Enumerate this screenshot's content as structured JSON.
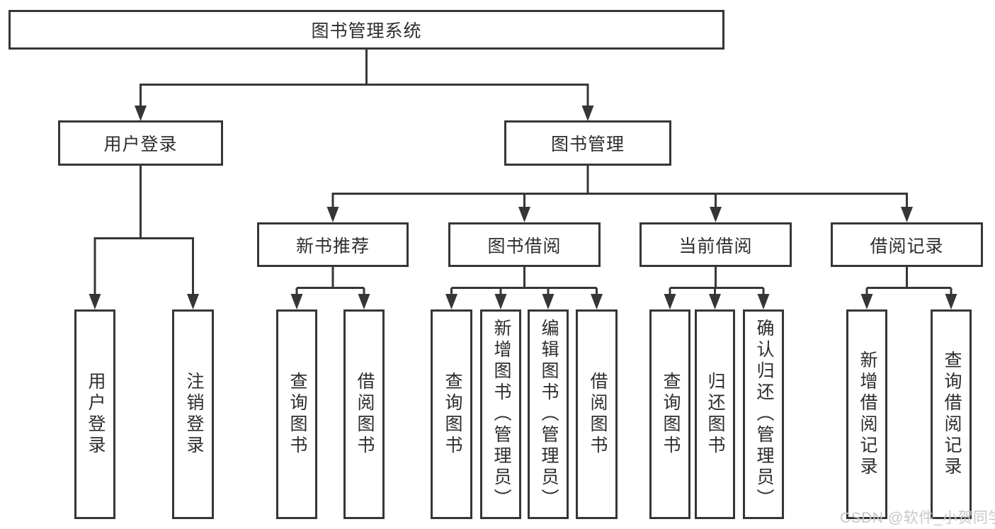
{
  "diagram": {
    "root": {
      "label": "图书管理系统"
    },
    "level2": [
      {
        "label": "用户登录"
      },
      {
        "label": "图书管理"
      }
    ],
    "level3": [
      {
        "label": "新书推荐",
        "parent": "图书管理"
      },
      {
        "label": "图书借阅",
        "parent": "图书管理"
      },
      {
        "label": "当前借阅",
        "parent": "图书管理"
      },
      {
        "label": "借阅记录",
        "parent": "图书管理"
      }
    ],
    "leaves": [
      {
        "label": "用户登录",
        "parent": "用户登录"
      },
      {
        "label": "注销登录",
        "parent": "用户登录"
      },
      {
        "label": "查询图书",
        "parent": "新书推荐"
      },
      {
        "label": "借阅图书",
        "parent": "新书推荐"
      },
      {
        "label": "查询图书",
        "parent": "图书借阅"
      },
      {
        "label": "新增图书（管理员）",
        "parent": "图书借阅"
      },
      {
        "label": "编辑图书（管理员）",
        "parent": "图书借阅"
      },
      {
        "label": "借阅图书",
        "parent": "图书借阅"
      },
      {
        "label": "查询图书",
        "parent": "当前借阅"
      },
      {
        "label": "归还图书",
        "parent": "当前借阅"
      },
      {
        "label": "确认归还（管理员）",
        "parent": "当前借阅"
      },
      {
        "label": "新增借阅记录",
        "parent": "借阅记录"
      },
      {
        "label": "查询借阅记录",
        "parent": "借阅记录"
      }
    ],
    "watermark": "CSDN @软件_小贺同学",
    "colors": {
      "line": "#363636",
      "text": "#2d2d2d",
      "watermark": "#c8c8c8",
      "background": "#ffffff"
    }
  }
}
